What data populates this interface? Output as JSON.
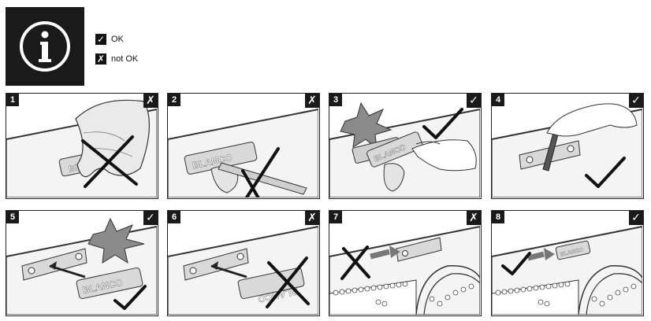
{
  "legend": {
    "ok": {
      "mark": "✓",
      "label": "OK"
    },
    "not_ok": {
      "mark": "✗",
      "label": "not OK"
    }
  },
  "icon": "info-icon",
  "badge_text": "BLANCO",
  "steps": [
    {
      "number": "1",
      "verdict": "✗",
      "status": "not-ok",
      "illustration": "cloth-wiping-badge"
    },
    {
      "number": "2",
      "verdict": "✗",
      "status": "not-ok",
      "illustration": "pen-scraping-badge"
    },
    {
      "number": "3",
      "verdict": "✓",
      "status": "ok",
      "illustration": "finger-pressing-badge"
    },
    {
      "number": "4",
      "verdict": "✓",
      "status": "ok",
      "illustration": "tool-in-mount"
    },
    {
      "number": "5",
      "verdict": "✓",
      "status": "ok",
      "illustration": "badge-insert-correct"
    },
    {
      "number": "6",
      "verdict": "✗",
      "status": "not-ok",
      "illustration": "badge-insert-upside-down"
    },
    {
      "number": "7",
      "verdict": "✗",
      "status": "not-ok",
      "illustration": "mount-on-rim-wrong"
    },
    {
      "number": "8",
      "verdict": "✓",
      "status": "ok",
      "illustration": "badge-on-rim-correct"
    }
  ]
}
